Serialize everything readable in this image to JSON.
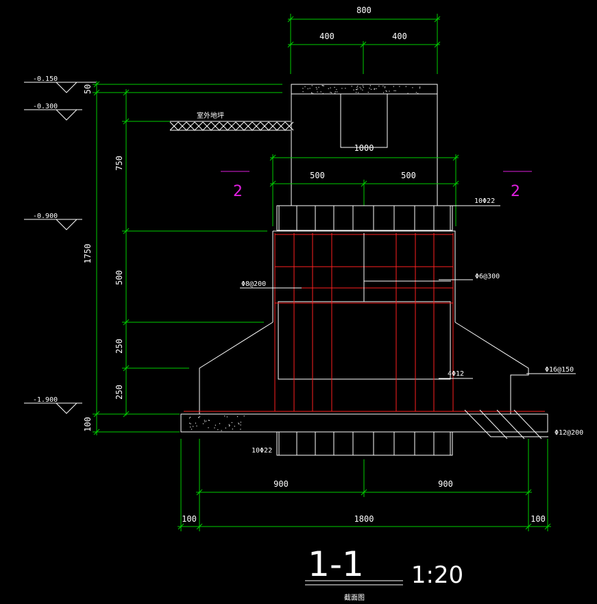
{
  "drawing": {
    "title": "1-1",
    "scale": "1:20",
    "subtitle": "截面图"
  },
  "elevations": [
    "-0.150",
    "-0.300",
    "-0.900",
    "-1.900"
  ],
  "ground_label": "室外地坪",
  "section_marks": [
    "2",
    "2"
  ],
  "dimensions": {
    "top_total": "800",
    "top_half_left": "400",
    "top_half_right": "400",
    "mid_total": "1000",
    "mid_half_left": "500",
    "mid_half_right": "500",
    "left_total": "1750",
    "left_50": "50",
    "left_750": "750",
    "left_500": "500",
    "left_250a": "250",
    "left_250b": "250",
    "left_100": "100",
    "bottom_half_left": "900",
    "bottom_half_right": "900",
    "bottom_total": "1800",
    "bottom_edge_left": "100",
    "bottom_edge_right": "100"
  },
  "rebar_labels": {
    "top_bars": "10Φ22",
    "bottom_bars": "10Φ22",
    "stirrup_left": "Φ8@200",
    "stirrup_right": "Φ6@300",
    "corner": "4Φ12",
    "slope_bars": "Φ16@150",
    "base_bars": "Φ12@200"
  },
  "colors": {
    "background": "#000000",
    "dimension_lines": "#00d000",
    "outline": "#ffffff",
    "rebar": "#ff2020",
    "section_mark": "#e020e0"
  }
}
